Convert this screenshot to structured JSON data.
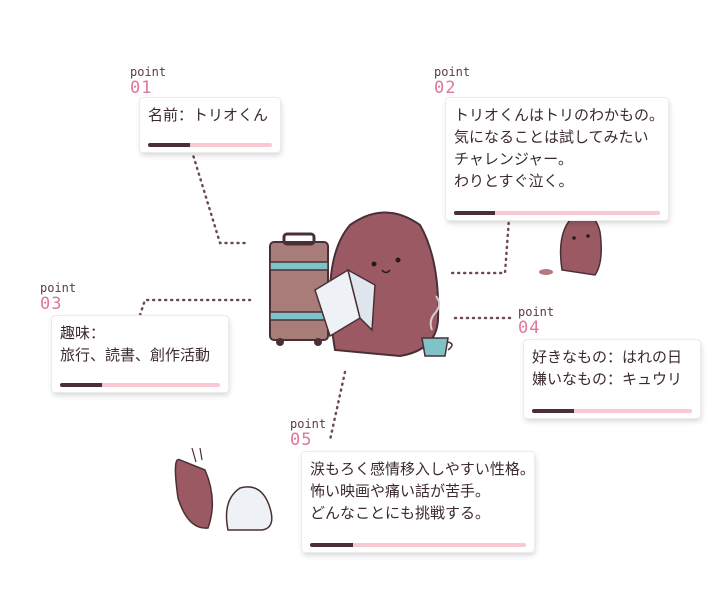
{
  "point_word": "point",
  "points": [
    {
      "num": "01",
      "lines": [
        "名前：トリオくん"
      ]
    },
    {
      "num": "02",
      "lines": [
        "トリオくんはトリのわかもの。",
        "気になることは試してみたい",
        "チャレンジャー。",
        "わりとすぐ泣く。"
      ]
    },
    {
      "num": "03",
      "lines": [
        "趣味：",
        "旅行、読書、創作活動"
      ]
    },
    {
      "num": "04",
      "lines": [
        "好きなもの：はれの日",
        "嫌いなもの：キュウリ"
      ]
    },
    {
      "num": "05",
      "lines": [
        "涙もろく感情移入しやすい性格。",
        "怖い映画や痛い話が苦手。",
        "どんなことにも挑戦する。"
      ]
    }
  ],
  "colors": {
    "body": "#9b5a63",
    "accent_pink": "#e07896",
    "bar_pink": "#f6c9d3",
    "bar_dark": "#4a3036"
  }
}
